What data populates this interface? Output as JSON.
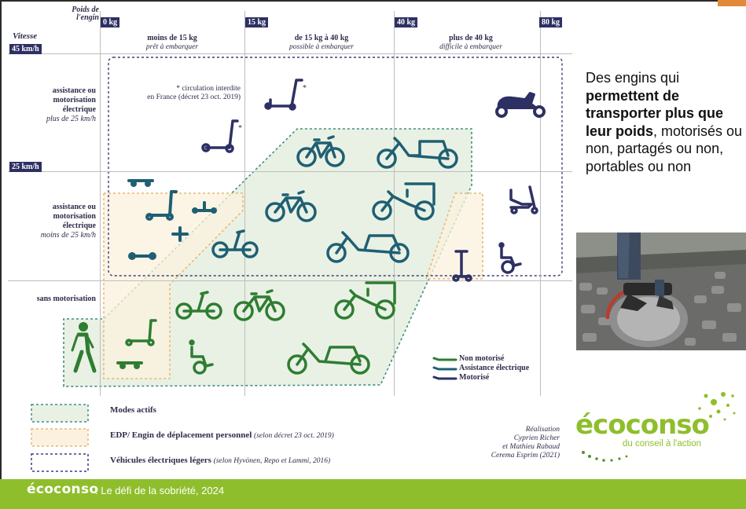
{
  "infographic": {
    "axis_weight_label": "Poids de l'engin",
    "axis_speed_label": "Vitesse",
    "weight_ticks": [
      "0 kg",
      "15 kg",
      "40 kg",
      "80 kg"
    ],
    "speed_ticks": [
      "45 km/h",
      "25 km/h"
    ],
    "columns": [
      {
        "title": "moins de 15 kg",
        "subtitle": "prêt à embarquer"
      },
      {
        "title": "de 15 kg à 40 kg",
        "subtitle": "possible à embarquer"
      },
      {
        "title": "plus de 40 kg",
        "subtitle": "difficile à embarquer"
      }
    ],
    "rows": [
      {
        "title_lines": [
          "assistance ou",
          "motorisation",
          "électrique"
        ],
        "subtitle": "plus de 25 km/h"
      },
      {
        "title_lines": [
          "assistance ou",
          "motorisation",
          "électrique"
        ],
        "subtitle": "moins de 25 km/h"
      },
      {
        "title_lines": [
          "sans motorisation"
        ],
        "subtitle": ""
      }
    ],
    "footnote_lines": [
      "* circulation interdite",
      "en France (décret 23 oct. 2019)"
    ],
    "vehicle_key": [
      {
        "label": "Non motorisé",
        "color": "#2e7d32"
      },
      {
        "label": "Assistance électrique",
        "color": "#1f5f73"
      },
      {
        "label": "Motorisé",
        "color": "#2e3063"
      }
    ],
    "legend": [
      {
        "label": "Modes actifs",
        "note": "",
        "color": "#a8cdb0"
      },
      {
        "label": "EDP/ Engin de déplacement personnel",
        "note": "(selon décret 23 oct. 2019)",
        "color": "#f2c98a"
      },
      {
        "label": "Véhicules électriques légers",
        "note": "(selon Hyvönen, Repo et Lammi, 2016)",
        "color": "#3b3b7a"
      }
    ],
    "credits_lines": [
      "Réalisation",
      "Cyprien Richer",
      "et Mathieu Rabaud",
      "Cerema Esprim (2021)"
    ]
  },
  "right_text": {
    "part1": "Des engins qui ",
    "bold": "permettent de transporter plus que leur poids",
    "part2": ", motorisés ou non, partagés ou non, portables ou non"
  },
  "badge": {
    "brand": "écoconso",
    "tagline": "du conseil à l'action"
  },
  "footer": {
    "brand": "écoconso",
    "text": ": Le défi de la sobriété, 2024"
  },
  "colors": {
    "footer_green": "#8fbe2c",
    "navy": "#2e3063",
    "active_green": "#2e7d32",
    "electric_teal": "#1f5f73"
  }
}
